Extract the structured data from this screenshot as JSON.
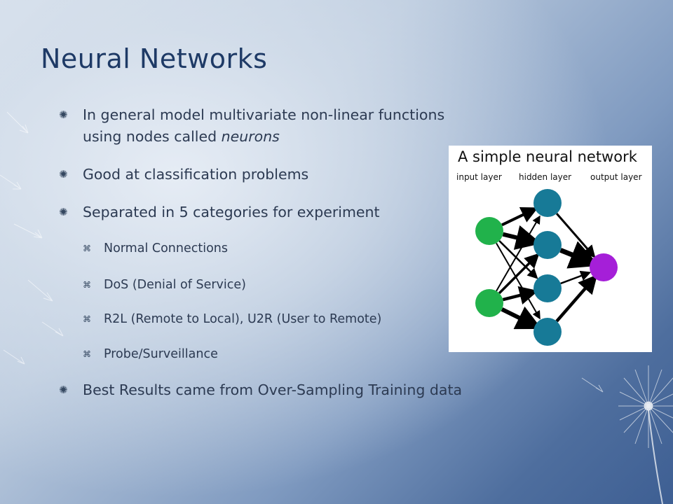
{
  "slide": {
    "title": "Neural Networks",
    "bullets": [
      {
        "text_before": "In general model multivariate non-linear functions using nodes called ",
        "emphasis": "neurons"
      },
      {
        "text": "Good at classification problems"
      },
      {
        "text": "Separated in 5 categories for experiment"
      },
      {
        "text": "Best Results came from Over-Sampling Training data"
      }
    ],
    "sub_bullets": [
      "Normal Connections",
      "DoS (Denial of Service)",
      "R2L (Remote to Local), U2R (User to Remote)",
      "Probe/Surveillance"
    ],
    "markers": {
      "level1": "✺",
      "level2": "⌘"
    }
  },
  "figure": {
    "title": "A simple neural network",
    "layer_labels": [
      "input layer",
      "hidden layer",
      "output layer"
    ],
    "colors": {
      "input": "#21b24b",
      "hidden": "#177a97",
      "output": "#a51fd8",
      "edge": "#000000"
    }
  }
}
